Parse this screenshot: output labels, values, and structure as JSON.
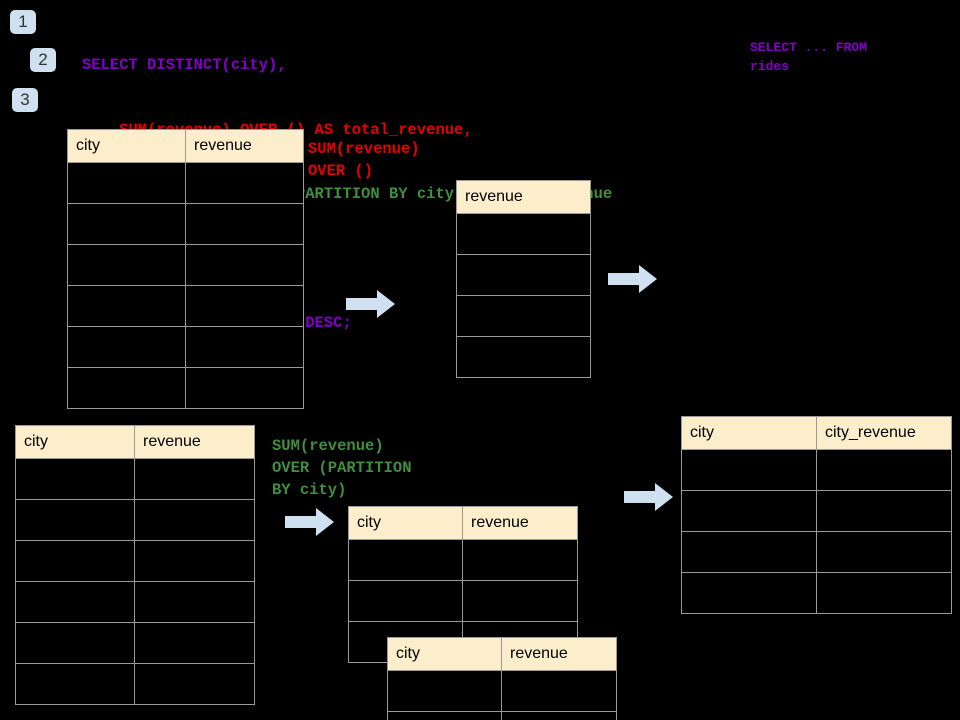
{
  "steps": [
    {
      "label": "1"
    },
    {
      "label": "2"
    },
    {
      "label": "3"
    }
  ],
  "sql": {
    "line1": "SELECT DISTINCT(city),",
    "line2": "    SUM(revenue) OVER () AS total_revenue,",
    "line3": "    SUM(revenue) OVER (PARTITION BY city) as city_revenue",
    "line4": "  FROM rides",
    "line5": "  ORDER by city_revenue DESC;",
    "side_note": "SELECT ... FROM\nrides",
    "colors": {
      "keyword": "#8000c8",
      "total_revenue": "#e60000",
      "city_revenue": "#3f8f3f"
    }
  },
  "annotations": {
    "over_empty": "SUM(revenue)\nOVER ()",
    "over_partition": "SUM(revenue)\nOVER (PARTITION\nBY city)"
  },
  "tables": {
    "rides_top": {
      "headers": [
        "city",
        "revenue"
      ],
      "row_count": 6
    },
    "total_revenue": {
      "headers": [
        "revenue"
      ],
      "row_count": 4
    },
    "rides_bottom": {
      "headers": [
        "city",
        "revenue"
      ],
      "row_count": 6
    },
    "partition_a": {
      "headers": [
        "city",
        "revenue"
      ],
      "row_count": 3
    },
    "partition_b": {
      "headers": [
        "city",
        "revenue"
      ],
      "row_count": 2
    },
    "result": {
      "headers": [
        "city",
        "city_revenue"
      ],
      "row_count": 4
    }
  },
  "arrows": {
    "fill": "#cfe0f0",
    "count": 4
  }
}
